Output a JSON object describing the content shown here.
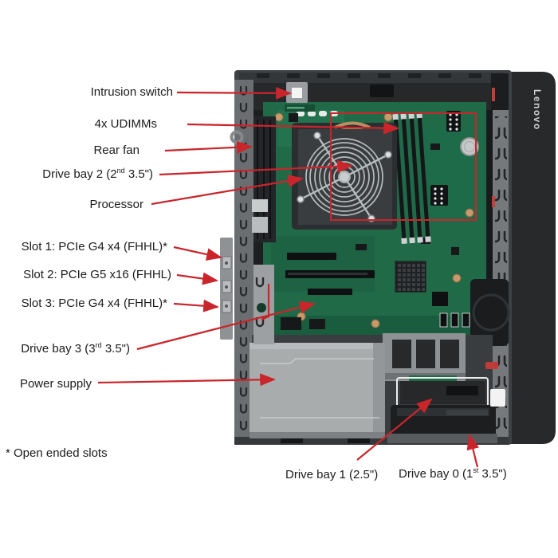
{
  "figure": {
    "brand_logo": "Lenovo",
    "footnote": "* Open ended slots",
    "annotation_color": "#c9252b",
    "case_color": "#3e4144",
    "bezel_color": "#28292b",
    "motherboard_color": "#206a47",
    "power_supply_color": "#a9acad"
  },
  "callouts": {
    "intrusion_switch": {
      "pre": "Intrusion switch",
      "sup": "",
      "post": ""
    },
    "udimms": {
      "pre": "4x UDIMMs",
      "sup": "",
      "post": ""
    },
    "rear_fan": {
      "pre": "Rear fan",
      "sup": "",
      "post": ""
    },
    "drive_bay_2": {
      "pre": "Drive bay 2 (2",
      "sup": "nd",
      "post": " 3.5\")"
    },
    "processor": {
      "pre": "Processor",
      "sup": "",
      "post": ""
    },
    "slot_1": {
      "pre": "Slot 1: PCIe G4 x4 (FHHL)*",
      "sup": "",
      "post": ""
    },
    "slot_2": {
      "pre": "Slot 2: PCIe G5 x16 (FHHL)",
      "sup": "",
      "post": ""
    },
    "slot_3": {
      "pre": "Slot 3: PCIe G4 x4 (FHHL)*",
      "sup": "",
      "post": ""
    },
    "drive_bay_3": {
      "pre": "Drive bay 3 (3",
      "sup": "rd",
      "post": " 3.5\")"
    },
    "power_supply": {
      "pre": "Power supply",
      "sup": "",
      "post": ""
    },
    "drive_bay_1": {
      "pre": "Drive bay 1 (2.5\")",
      "sup": "",
      "post": ""
    },
    "drive_bay_0": {
      "pre": "Drive bay 0 (1",
      "sup": "st",
      "post": " 3.5\")"
    }
  }
}
